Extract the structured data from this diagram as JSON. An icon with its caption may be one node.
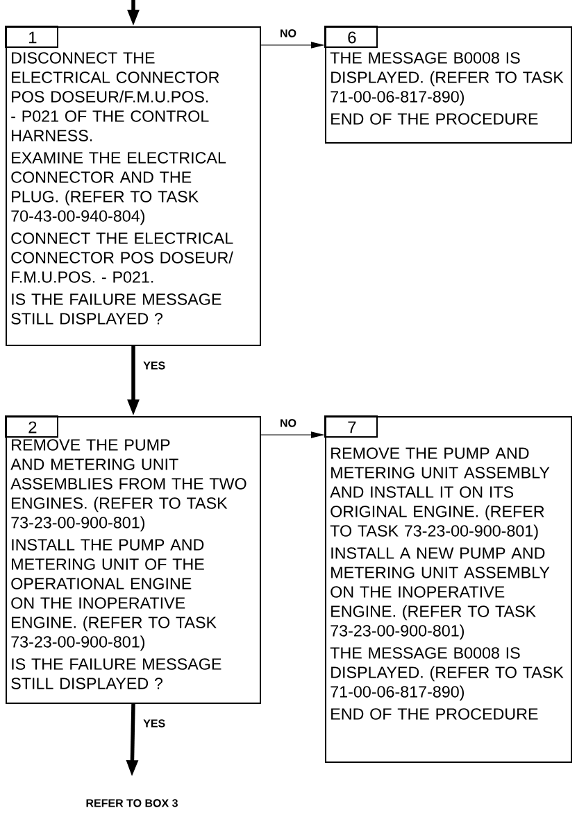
{
  "diagram": {
    "nodes": [
      {
        "text": [
          "1",
          "DISCONNECT THE ELECTRICAL CONNECTOR POS DOSEUR/F.M.U.POS. - P021 OF THE CONTROL HARNESS.",
          "EXAMINE THE ELECTRICAL CONNECTOR AND THE PLUG. (REFER TO TASK 70-43-00-940-804)",
          "CONNECT THE ELECTRICAL CONNECTOR POS DOSEUR/ F.M.U.POS. - P021.",
          "IS THE FAILURE MESSAGE STILL DISPLAYED ?"
        ]
      },
      {
        "text": [
          "6",
          "THE MESSAGE B0008 IS DISPLAYED. (REFER TO TASK 71-00-06-817-890)",
          "END OF THE PROCEDURE"
        ]
      },
      {
        "text": [
          "2",
          "REMOVE THE PUMP AND METERING UNIT ASSEMBLIES FROM THE TWO ENGINES. (REFER TO TASK 73-23-00-900-801)",
          "INSTALL THE PUMP AND METERING UNIT OF THE OPERATIONAL ENGINE ON THE INOPERATIVE ENGINE. (REFER TO TASK 73-23-00-900-801)",
          "IS THE FAILURE MESSAGE STILL DISPLAYED ?"
        ]
      },
      {
        "text": [
          "7",
          "REMOVE THE PUMP AND METERING UNIT ASSEMBLY AND INSTALL IT ON ITS ORIGINAL ENGINE. (REFER TO TASK 73-23-00-900-801)",
          "INSTALL A NEW PUMP AND METERING UNIT ASSEMBLY ON THE INOPERATIVE ENGINE. (REFER TO TASK 73-23-00-900-801)",
          "THE MESSAGE B0008 IS DISPLAYED. (REFER TO TASK 71-00-06-817-890)",
          "END OF THE PROCEDURE"
        ]
      },
      {
        "text": [
          "REFER TO BOX 3"
        ]
      }
    ],
    "edges": [
      {
        "from": null,
        "to": 0,
        "arrow": "to"
      },
      {
        "from": 0,
        "to": 1,
        "arrow": "to",
        "label": "NO"
      },
      {
        "from": 0,
        "to": 2,
        "arrow": "to",
        "label": "YES"
      },
      {
        "from": 2,
        "to": 3,
        "arrow": "to",
        "label": "NO"
      },
      {
        "from": 2,
        "to": 4,
        "arrow": "to",
        "label": "YES"
      }
    ]
  }
}
